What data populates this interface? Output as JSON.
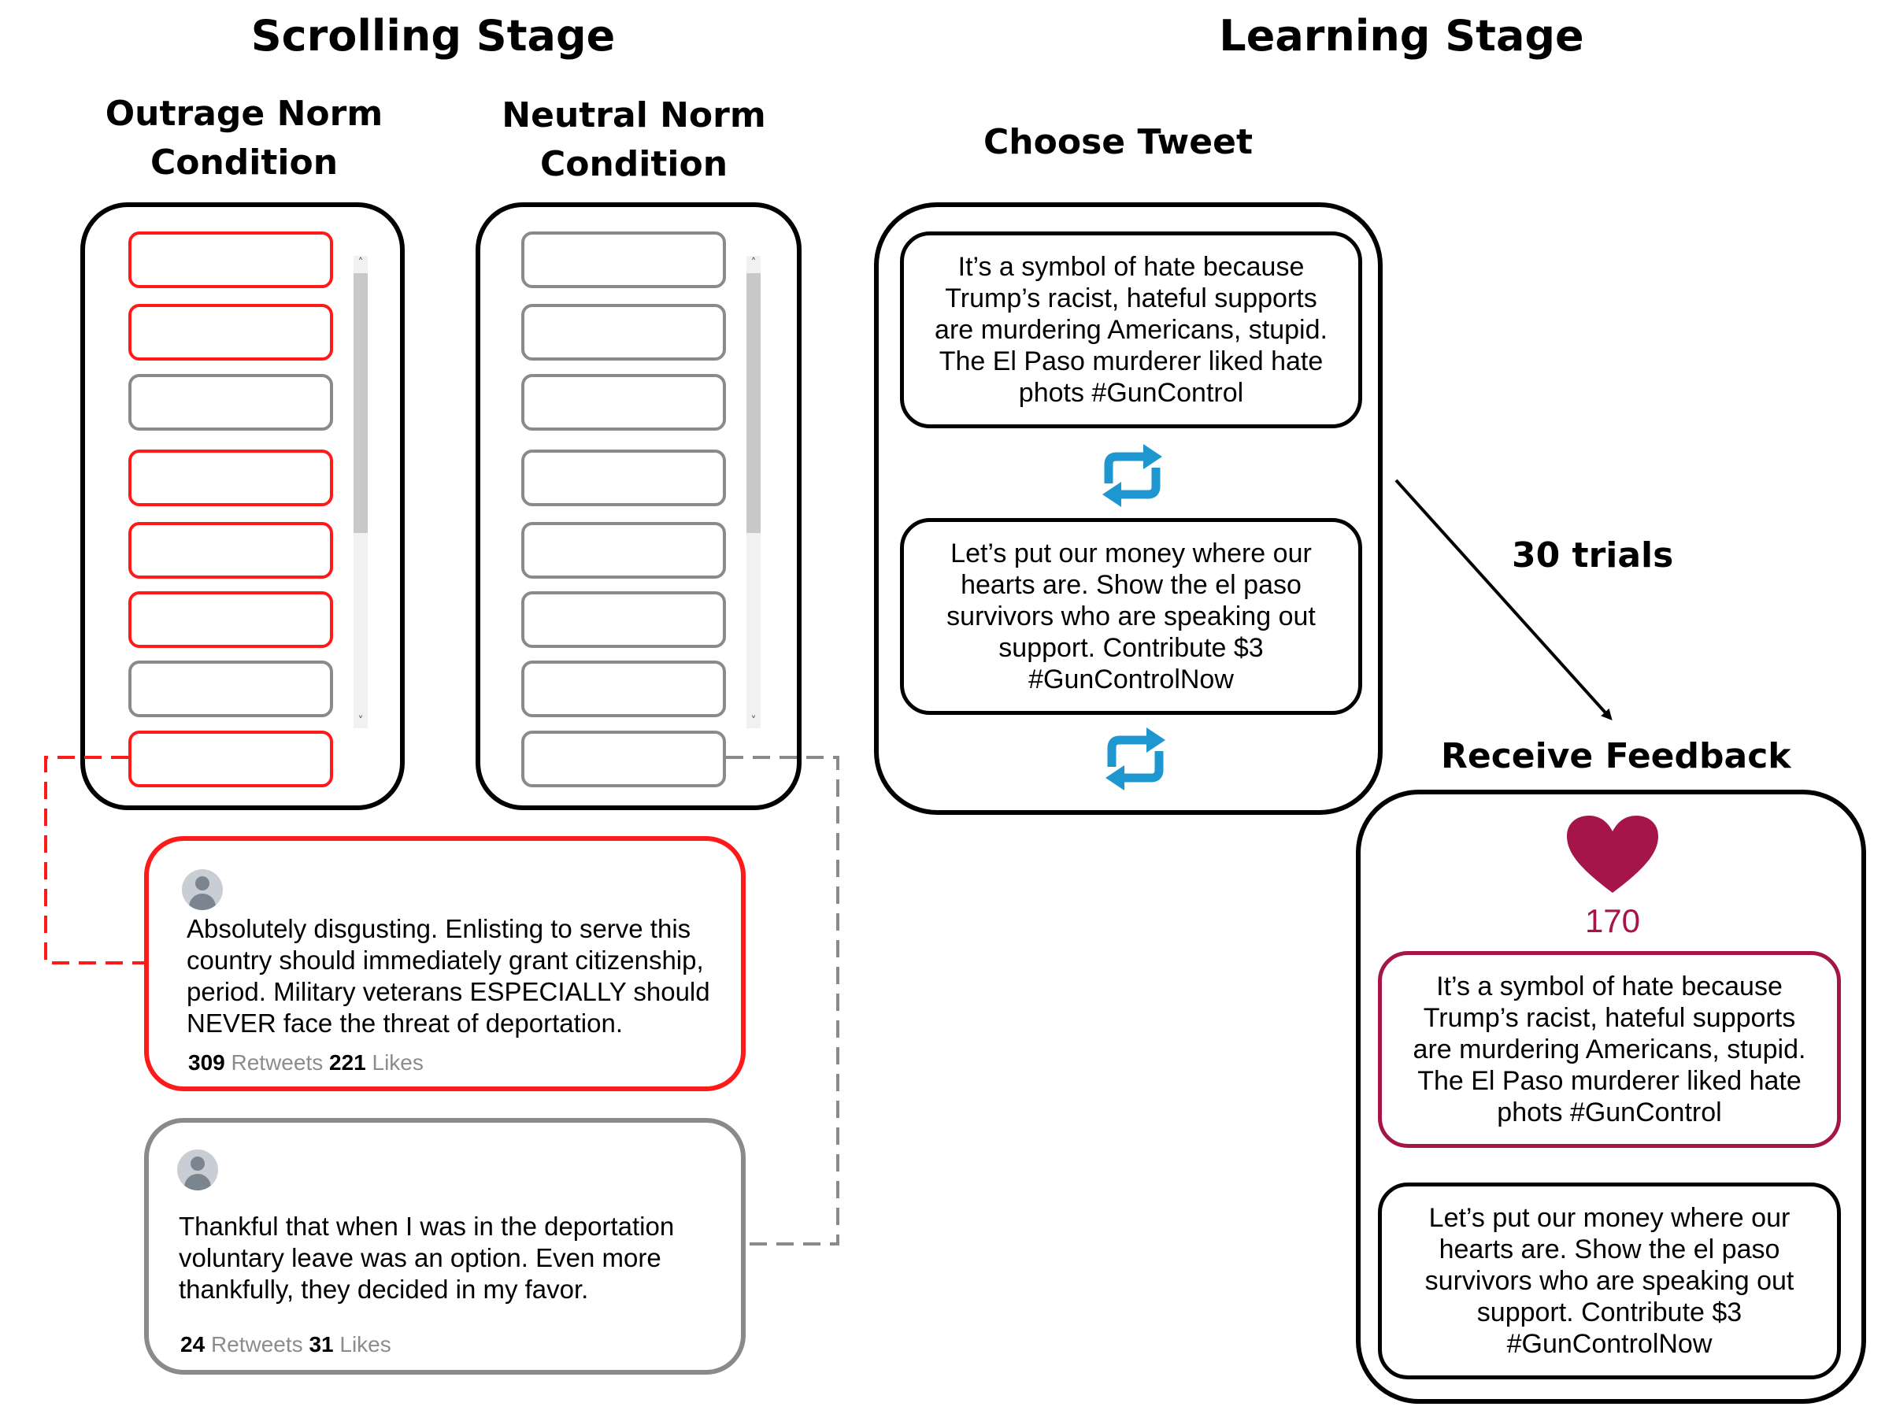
{
  "scrolling_stage": {
    "title": "Scrolling Stage",
    "outrage_condition_title": "Outrage Norm\nCondition",
    "neutral_condition_title": "Neutral Norm\nCondition",
    "outrage_feed_pattern": [
      "red",
      "red",
      "gray",
      "red",
      "red",
      "red",
      "gray",
      "red"
    ],
    "neutral_feed_pattern": [
      "gray",
      "gray",
      "gray",
      "gray",
      "gray",
      "gray",
      "gray",
      "gray"
    ],
    "outrage_example": {
      "text": "Absolutely disgusting. Enlisting to serve this\ncountry should immediately grant citizenship,\nperiod. Military veterans ESPECIALLY should\nNEVER face the threat of deportation.",
      "retweets": "309",
      "retweets_label": "Retweets",
      "likes": "221",
      "likes_label": "Likes"
    },
    "neutral_example": {
      "text": "Thankful that when I was in the deportation\nvoluntary leave was an option. Even more\nthankfully, they decided in my favor.",
      "retweets": "24",
      "retweets_label": "Retweets",
      "likes": "31",
      "likes_label": "Likes"
    }
  },
  "learning_stage": {
    "title": "Learning Stage",
    "choose_title": "Choose Tweet",
    "tweet_a": "It’s a symbol of hate because\nTrump’s racist, hateful supports\nare murdering Americans, stupid.\nThe El Paso murderer liked hate\nphots #GunControl",
    "tweet_b": "Let’s put our money where our\nhearts are. Show the el paso\nsurvivors who are speaking out\nsupport. Contribute $3\n#GunControlNow",
    "arrow_label": "30 trials",
    "feedback_title": "Receive Feedback",
    "like_count": "170"
  },
  "colors": {
    "outrage_red": "#ff1a1a",
    "neutral_gray": "#8a8a8a",
    "retweet_blue": "#1e96cf",
    "heart_maroon": "#a5154a"
  },
  "icons": [
    "retweet-icon",
    "heart-icon",
    "avatar-icon"
  ]
}
